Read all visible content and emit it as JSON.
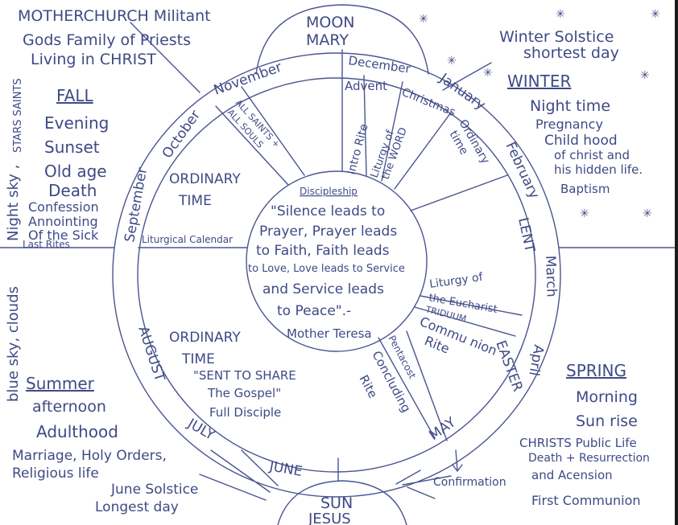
{
  "top_left": {
    "line1": "MOTHERCHURCH Militant",
    "line2": "Gods Family of Priests",
    "line3": "Living in CHRIST"
  },
  "moon": {
    "line1": "MOON",
    "line2": "MARY"
  },
  "sun": {
    "line1": "SUN",
    "line2": "JESUS"
  },
  "winter_solstice": {
    "line1": "Winter Solstice",
    "line2": "shortest day"
  },
  "june_solstice": {
    "line1": "June Solstice",
    "line2": "Longest day"
  },
  "left_margin": {
    "stars_saints": "STARS SAINTS",
    "night_sky": "Night sky ,",
    "clouds": "blue sky, clouds"
  },
  "fall": {
    "title": "FALL",
    "items": [
      "Evening",
      "Sunset",
      "Old age",
      "Death",
      "Confession",
      "Annointing",
      "Of the Sick",
      "Last Rites"
    ]
  },
  "winter": {
    "title": "WINTER",
    "items": [
      "Night time",
      "Pregnancy",
      "Child hood",
      "of christ and",
      "his hidden life.",
      "Baptism"
    ]
  },
  "spring": {
    "title": "SPRING",
    "items": [
      "Morning",
      "Sun rise",
      "CHRISTS Public Life",
      "Death + Resurrection",
      "and Acension",
      "First Communion"
    ]
  },
  "summer": {
    "title": "Summer",
    "items": [
      "afternoon",
      "Adulthood",
      "Marriage, Holy Orders,",
      "Religious life"
    ]
  },
  "months": [
    "November",
    "October",
    "September",
    "December",
    "January",
    "February",
    "LENT",
    "March",
    "April",
    "EASTER",
    "MAY",
    "JUNE",
    "JULY",
    "AUGUST"
  ],
  "segments": {
    "advent": "Advent",
    "christmas": "Christmas",
    "intro_rite": "Intro Rite",
    "liturgy_word_1": "Liturgy of",
    "liturgy_word_2": "the WORD",
    "ordinary_time_short_1": "Ordinary",
    "ordinary_time_short_2": "time",
    "all_saints_1": "ALL SAINTS +",
    "all_saints_2": "ALL SOULS",
    "ordinary_time_1_a": "ORDINARY",
    "ordinary_time_1_b": "TIME",
    "liturgical_calendar": "Liturgical Calendar",
    "liturgy_eucharist_1": "Liturgy of",
    "liturgy_eucharist_2": "the Eucharist",
    "triduum": "TRIDUUM",
    "communion_rite_1": "Commu nion",
    "communion_rite_2": "Rite",
    "pentacost": "Pentacost",
    "concluding_rite_1": "Concluding",
    "concluding_rite_2": "Rite",
    "ordinary_time_2_a": "ORDINARY",
    "ordinary_time_2_b": "TIME",
    "sent_to_share_1": "\"SENT TO SHARE",
    "sent_to_share_2": "The Gospel\"",
    "full_disciple": "Full Disciple",
    "confirmation": "Confirmation"
  },
  "center": {
    "title": "Discipleship",
    "lines": [
      "\"Silence leads to",
      "Prayer, Prayer leads",
      "to Faith, Faith leads",
      "to Love, Love leads to Service",
      "and Service leads",
      "to Peace\".-"
    ],
    "author": "Mother Teresa"
  },
  "colors": {
    "ink": "#3f4a85",
    "paper": "#ffffff"
  }
}
